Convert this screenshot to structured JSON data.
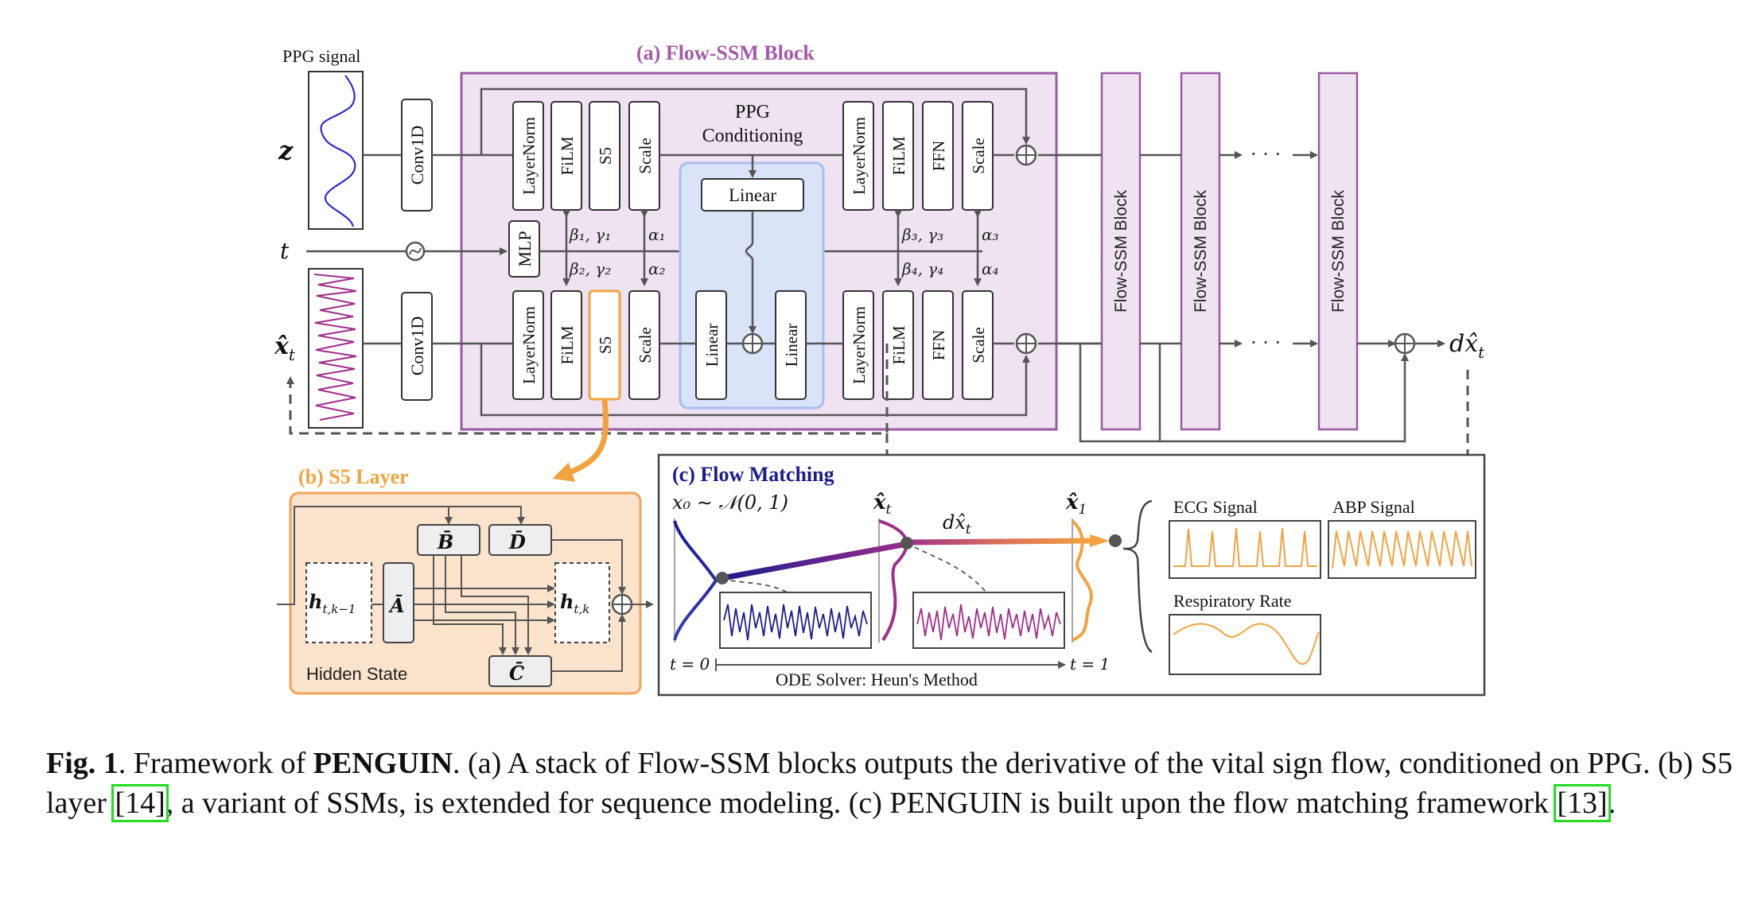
{
  "diagram": {
    "inputs": {
      "ppg_title": "PPG signal",
      "z": "z",
      "t": "t",
      "xt": "x̂",
      "xt_sub": "t"
    },
    "block": {
      "title": "(a) Flow-SSM Block",
      "conv_top": "Conv1D",
      "conv_bottom": "Conv1D",
      "mlp": "MLP",
      "top_row": [
        "LayerNorm",
        "FiLM",
        "S5",
        "Scale",
        "LayerNorm",
        "FiLM",
        "FFN",
        "Scale"
      ],
      "bottom_row": [
        "LayerNorm",
        "FiLM",
        "S5",
        "Scale",
        "Linear",
        "Linear",
        "LayerNorm",
        "FiLM",
        "FFN",
        "Scale"
      ],
      "ppg_conditioning": [
        "PPG",
        "Conditioning"
      ],
      "linear_cond": "Linear",
      "params": {
        "b1g1": "β₁, γ₁",
        "b2g2": "β₂, γ₂",
        "a1": "α₁",
        "a2": "α₂",
        "b3g3": "β₃, γ₃",
        "b4g4": "β₄, γ₄",
        "a3": "α₃",
        "a4": "α₄"
      }
    },
    "stack": {
      "blocks": [
        "Flow-SSM Block",
        "Flow-SSM Block",
        "Flow-SSM Block"
      ],
      "dots": "· · ·",
      "output": "dx̂",
      "output_sub": "t"
    },
    "s5": {
      "title": "(b) S5 Layer",
      "h_prev": "h",
      "h_prev_sub": "t,k−1",
      "h_cur": "h",
      "h_cur_sub": "t,k",
      "a_bar": "Ā",
      "b_bar": "B̄",
      "c_bar": "C̄",
      "d_bar": "D̄",
      "hidden_state": "Hidden State"
    },
    "flow": {
      "title": "(c) Flow Matching",
      "x0": "x₀ ∼ 𝒩(0, 1)",
      "xt": "x̂",
      "xt_sub": "t",
      "dxt": "dx̂",
      "dxt_sub": "t",
      "x1": "x̂",
      "x1_sub": "1",
      "t0": "t = 0",
      "t1": "t = 1",
      "solver": "ODE Solver: Heun's Method",
      "ecg": "ECG Signal",
      "abp": "ABP Signal",
      "resp": "Respiratory Rate"
    },
    "colors": {
      "block_bg": "#efe3f1",
      "block_border": "#9b5aa4",
      "block_title": "#a45aa8",
      "s5_bg": "#fbe3cc",
      "s5_border": "#f2a35a",
      "orange": "#f2a340",
      "navy": "#1c1c8c",
      "magenta": "#a02e8c",
      "blue_signal": "#2d2dcc"
    }
  },
  "caption": {
    "fig": "Fig. 1",
    "p1": ". Framework of ",
    "name": "PENGUIN",
    "p2": ". (a) A stack of Flow-SSM blocks outputs the derivative of the vital sign flow, conditioned on PPG. (b) S5 layer ",
    "ref1": "[14]",
    "p3": ", a variant of SSMs, is extended for sequence modeling. (c) PENGUIN is built upon the flow matching framework ",
    "ref2": "[13]",
    "p4": "."
  }
}
